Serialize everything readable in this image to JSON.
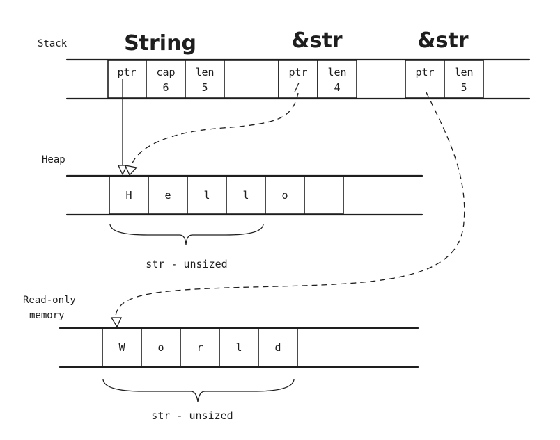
{
  "regions": {
    "stack": "Stack",
    "heap": "Heap",
    "readonly_line1": "Read-only",
    "readonly_line2": "memory"
  },
  "stack_titles": {
    "string": "String",
    "str1": "&str",
    "str2": "&str"
  },
  "stack_cells": {
    "string_ptr": "ptr",
    "string_cap_label": "cap",
    "string_cap_value": "6",
    "string_len_label": "len",
    "string_len_value": "5",
    "str1_ptr": "ptr",
    "str1_ptr_mark": "/",
    "str1_len_label": "len",
    "str1_len_value": "4",
    "str2_ptr": "ptr",
    "str2_len_label": "len",
    "str2_len_value": "5"
  },
  "heap_cells": [
    "H",
    "e",
    "l",
    "l",
    "o",
    ""
  ],
  "readonly_cells": [
    "W",
    "o",
    "r",
    "l",
    "d"
  ],
  "braces": {
    "heap_label": "str - unsized",
    "readonly_label": "str - unsized"
  }
}
